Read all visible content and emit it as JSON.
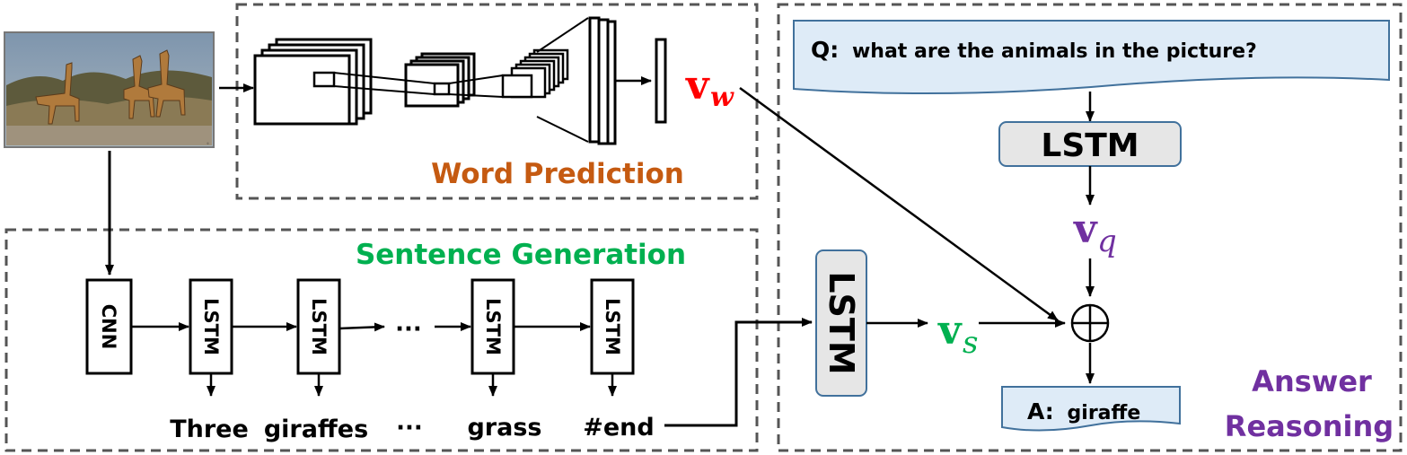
{
  "word_prediction": {
    "label": "Word Prediction",
    "vector_symbol": "v",
    "vector_subscript": "w"
  },
  "sentence_generation": {
    "label": "Sentence Generation",
    "cnn_label": "CNN",
    "lstm_label": "LSTM",
    "ellipsis": "···",
    "words": [
      "Three",
      "giraffes",
      "···",
      "grass",
      "#end"
    ]
  },
  "answer_reasoning": {
    "label_line1": "Answer",
    "label_line2": "Reasoning",
    "question_prefix": "Q:",
    "question_text": "what are the animals in the picture?",
    "question_lstm_label": "LSTM",
    "vq_symbol": "v",
    "vq_subscript": "q",
    "sentence_lstm_label": "LSTM",
    "vs_symbol": "v",
    "vs_subscript": "s",
    "combine_symbol": "⊕",
    "answer_prefix": "A:",
    "answer_text": "giraffe"
  },
  "colors": {
    "word_prediction": "#c55a11",
    "sentence_generation": "#00b050",
    "answer_reasoning": "#7030a0",
    "vw": "#ff0000",
    "question_box": "#deebf7",
    "box_border": "#41719c",
    "lstm_fill": "#e6e6e6"
  }
}
